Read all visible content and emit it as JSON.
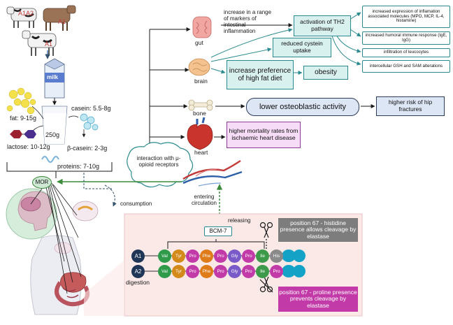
{
  "source": {
    "cow_label_a1a2": "A1A2",
    "cow_label_a1": "A1",
    "cow_label_a1_small": "A1",
    "milk": "milk",
    "fat": "fat: 9-15g",
    "lactose": "lactose: 10-12g",
    "glass": "250g",
    "casein": "casein: 5.5-8g",
    "beta_casein": "β-casein: 2-3g",
    "proteins": "proteins: 7-10g"
  },
  "organs": {
    "gut": "gut",
    "brain": "brain",
    "bone": "bone",
    "heart": "heart"
  },
  "flow": {
    "gut_markers": "increase in a range of markers of intestinal inflammation",
    "th2": "activation of TH2 pathway",
    "cystein": "reduced cystein uptake",
    "fat_diet": "increase preference of high fat diet",
    "obesity": "obesity",
    "osteoblastic": "lower osteoblastic activity",
    "hip": "higher risk of hip fractures",
    "ischaemic": "higher mortality rates from ischaemic heart disease",
    "effects": [
      "increased expression of inflamation associated molecules (MPO, MCP, IL-4, histamine)",
      "increased humoral immune response (IgE, IgG)",
      "infiltration of leucocytes",
      "intercellular GSH and SAM alterations"
    ]
  },
  "mechanism": {
    "opioid": "interaction with μ-opioid receptors",
    "mor": "MOR",
    "consumption": "consumption",
    "entering": "entering circulation",
    "releasing": "releasing",
    "bcm7": "BCM-7",
    "digestion": "digestion",
    "pos67_his": "position 67 - histidine presence allows cleavage by elastase",
    "pos67_pro": "position 67 - proline presence prevents cleavage by elastase"
  },
  "peptide": {
    "a1_label": "A1",
    "a2_label": "A2",
    "a1_residues": [
      "Val",
      "Tyr",
      "Pro",
      "Phe",
      "Pro",
      "Gly",
      "Pro",
      "Ile",
      "His"
    ],
    "a2_residues": [
      "Val",
      "Tyr",
      "Pro",
      "Phe",
      "Pro",
      "Gly",
      "Pro",
      "Ile",
      "Pro"
    ]
  },
  "colors": {
    "teal": "#2a8a8f",
    "navy": "#1f3556",
    "green": "#3c8a3c",
    "residue_val": "#2e9a4a",
    "residue_tyr": "#d48a1a",
    "residue_pro": "#c23aa7",
    "residue_phe": "#e07b1a",
    "residue_gly": "#7a5ac8",
    "residue_ile": "#3c9a4a",
    "residue_his": "#8a8a8a",
    "cyan": "#14a3c7"
  }
}
